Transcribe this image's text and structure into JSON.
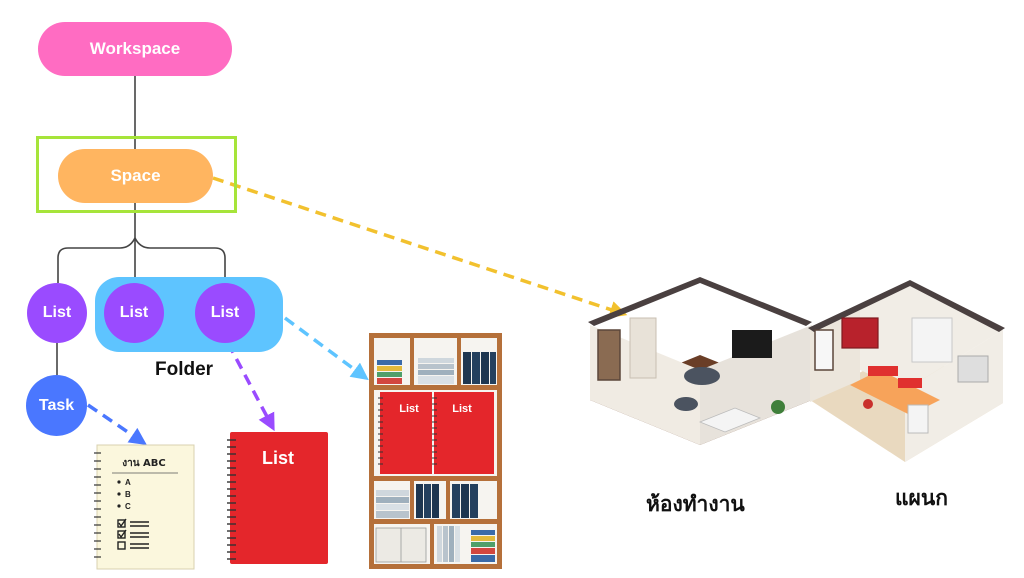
{
  "hierarchy": {
    "workspace": "Workspace",
    "space": "Space",
    "list_standalone": "List",
    "folder_list_a": "List",
    "folder_list_b": "List",
    "folder": "Folder",
    "task": "Task"
  },
  "illustrations": {
    "task_sheet": {
      "title": "งาน ABC",
      "bullets": [
        "A",
        "B",
        "C"
      ]
    },
    "notebook_label": "List",
    "shelf_notebooks": [
      "List",
      "List"
    ]
  },
  "rooms": {
    "office_label": "ห้องทำงาน",
    "department_label": "แผนก"
  },
  "colors": {
    "workspace": "#ff6cc2",
    "space": "#ffb560",
    "space_frame": "#a6e43a",
    "folder": "#5ec4ff",
    "list": "#9a4bff",
    "task": "#4a77ff",
    "arrow_space": "#f2c12e",
    "arrow_folder": "#5ec4ff",
    "arrow_list": "#9a4bff",
    "arrow_task": "#4a77ff",
    "notebook_red": "#e4262b",
    "shelf_wood": "#b5703a"
  }
}
